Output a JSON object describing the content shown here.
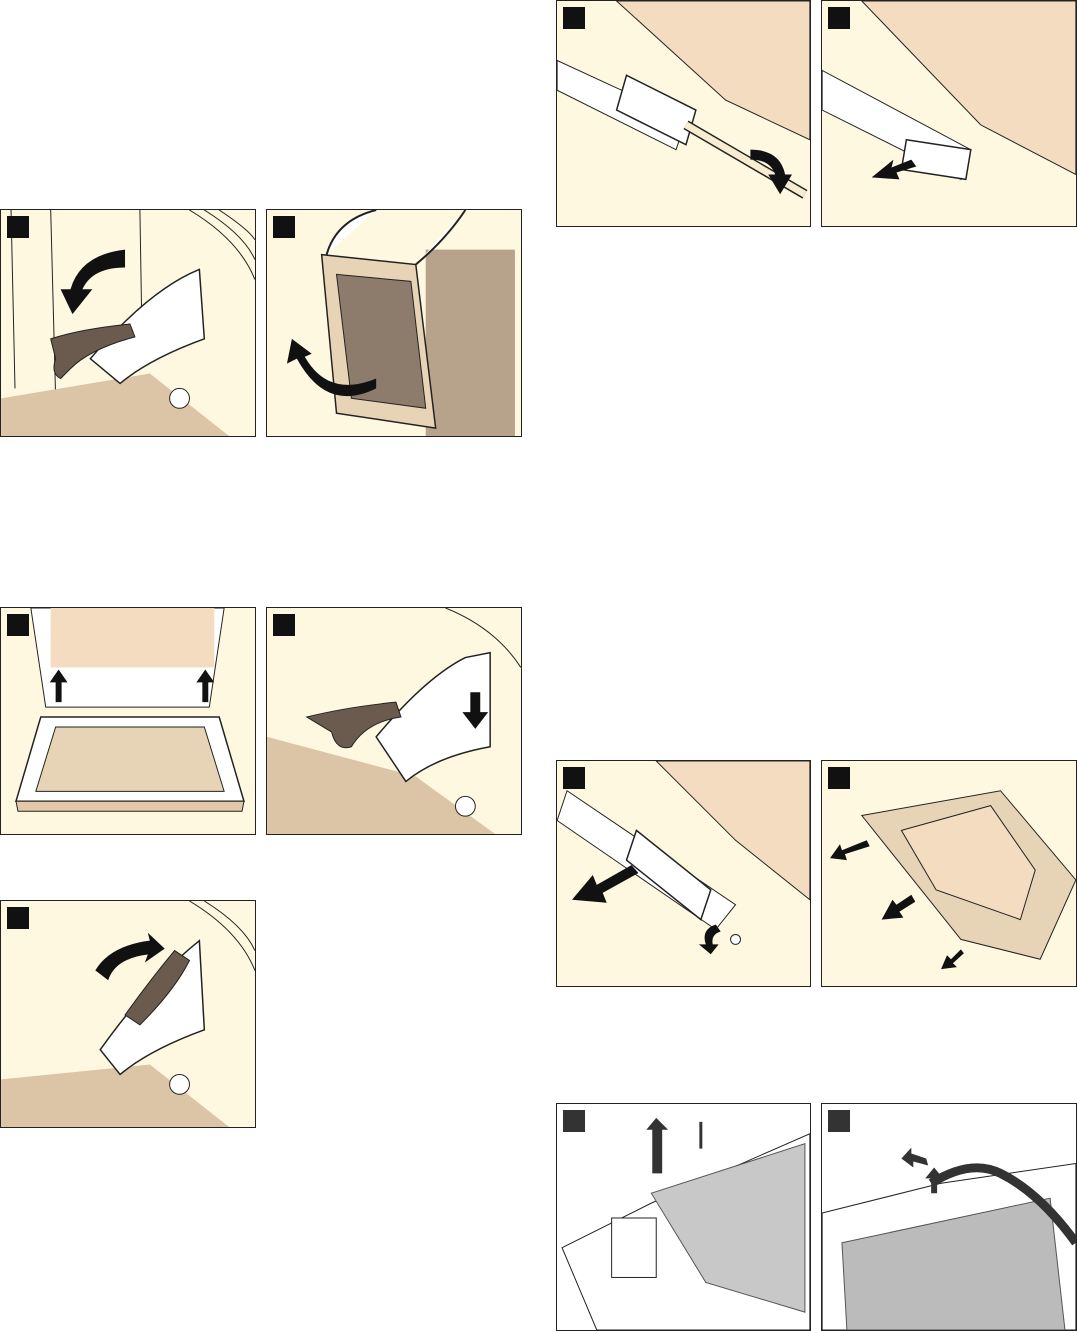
{
  "colors": {
    "panel_cream": "#fdf8df",
    "panel_white": "#ffffff",
    "lever": "#6b5a4e",
    "glass_tan": "#e7d3b6",
    "glass_brown": "#8d7c6c",
    "floor_tan": "#dcc4a6",
    "grey_glass": "#c8c8c8",
    "marker": "#111111"
  },
  "figures": [
    {
      "id": "fig-1",
      "icon": "hinge-lever-down-icon"
    },
    {
      "id": "fig-2",
      "icon": "door-lift-off-icon"
    },
    {
      "id": "fig-3",
      "icon": "door-refit-hinges-icon"
    },
    {
      "id": "fig-4",
      "icon": "hinge-lever-insert-icon"
    },
    {
      "id": "fig-5",
      "icon": "hinge-lever-up-icon"
    },
    {
      "id": "fig-6",
      "icon": "unscrew-trim-icon"
    },
    {
      "id": "fig-7",
      "icon": "remove-trim-icon"
    },
    {
      "id": "fig-8",
      "icon": "remove-side-trim-icon"
    },
    {
      "id": "fig-9",
      "icon": "pull-out-glass-icon"
    },
    {
      "id": "fig-10",
      "icon": "remove-hinge-clip-icon"
    },
    {
      "id": "fig-11",
      "icon": "remove-seal-icon"
    }
  ]
}
